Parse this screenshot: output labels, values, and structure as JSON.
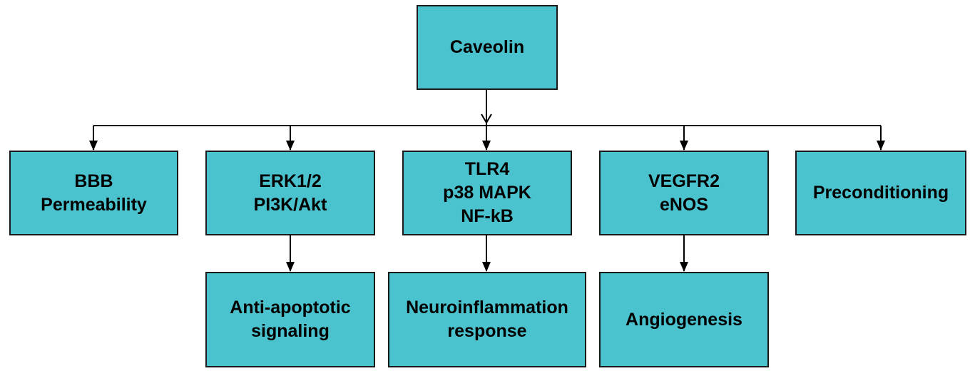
{
  "diagram": {
    "root": {
      "label": "Caveolin"
    },
    "level1": [
      {
        "id": "bbb",
        "label": "BBB\nPermeability"
      },
      {
        "id": "erk",
        "label": "ERK1/2\nPI3K/Akt"
      },
      {
        "id": "tlr4",
        "label": "TLR4\np38 MAPK\nNF-kB"
      },
      {
        "id": "vegfr2",
        "label": "VEGFR2\neNOS"
      },
      {
        "id": "precond",
        "label": "Preconditioning"
      }
    ],
    "level2": [
      {
        "id": "antiapop",
        "parent": "erk",
        "label": "Anti-apoptotic\nsignaling"
      },
      {
        "id": "neuroinfl",
        "parent": "tlr4",
        "label": "Neuroinflammation\nresponse"
      },
      {
        "id": "angio",
        "parent": "vegfr2",
        "label": "Angiogenesis"
      }
    ]
  },
  "colors": {
    "box_fill": "#4bc3cf",
    "box_border": "#1a1a1a",
    "connector": "#000000"
  }
}
